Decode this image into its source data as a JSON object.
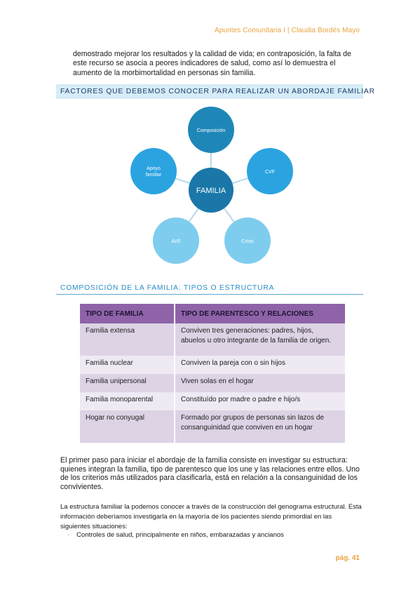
{
  "header": {
    "text": "Apuntes Comunitaria I | Claudia Bordés Mayo"
  },
  "intro_paragraph": "demostrado mejorar los resultados y la calidad de vida; en contraposición, la falta de este recurso se asocia a peores indicadores de salud, como así lo demuestra el aumento de la morbimortalidad en personas sin familia.",
  "section1": {
    "title": "FACTORES QUE DEBEMOS CONOCER PARA REALIZAR UN ABORDAJE FAMILIAR"
  },
  "diagram": {
    "center": "FAMILIA",
    "nodes": [
      {
        "label": "Composición",
        "color": "#1f87b8"
      },
      {
        "label": "CVF",
        "color": "#2ba3e0"
      },
      {
        "label": "Crisis",
        "color": "#7ecdee"
      },
      {
        "label": "AVE",
        "color": "#7ecdee"
      },
      {
        "label_lines": [
          "Apoyo",
          "familiar"
        ],
        "color": "#2ba3e0"
      }
    ],
    "center_color": "#1a77a8",
    "line_color": "#b9d8ea"
  },
  "section2": {
    "title": "COMPOSICIÓN DE LA FAMILIA: TIPOS O ESTRUCTURA"
  },
  "table": {
    "headers": [
      "TIPO DE FAMILIA",
      "TIPO DE PARENTESCO Y RELACIONES"
    ],
    "rows": [
      [
        "Familia extensa",
        "Conviven tres generaciones: padres, hijos, abuelos u otro integrante de la familia de origen."
      ],
      [
        "Familia nuclear",
        "Conviven la pareja con o sin hijos"
      ],
      [
        "Familia unipersonal",
        "Viven solas en el hogar"
      ],
      [
        "Familia monoparental",
        "Constituído por madre o padre e hijo/s"
      ],
      [
        "Hogar no conyugal",
        "Formado por grupos de personas sin lazos de consanguinidad que conviven en un hogar"
      ]
    ]
  },
  "paragraph2": "El primer paso para iniciar el abordaje de la familia consiste en investigar su estructura: quienes integran la familia, tipo de parentesco que los une y las relaciones entre ellos. Uno de los criterios más utilizados para clasificarla, está en relación a la consanguinidad de los convivientes.",
  "paragraph3": "La estructura familiar la podemos conocer a través de la construcción del genograma estructural. Esta información deberíamos investigarla en la mayoría de los pacientes siendo primordial en las siguientes situaciones:",
  "bullets": [
    {
      "dash": "-",
      "text": "Controles de salud, principalmente en niños, embarazadas y ancianos"
    }
  ],
  "footer": {
    "page": "pág. 41"
  }
}
